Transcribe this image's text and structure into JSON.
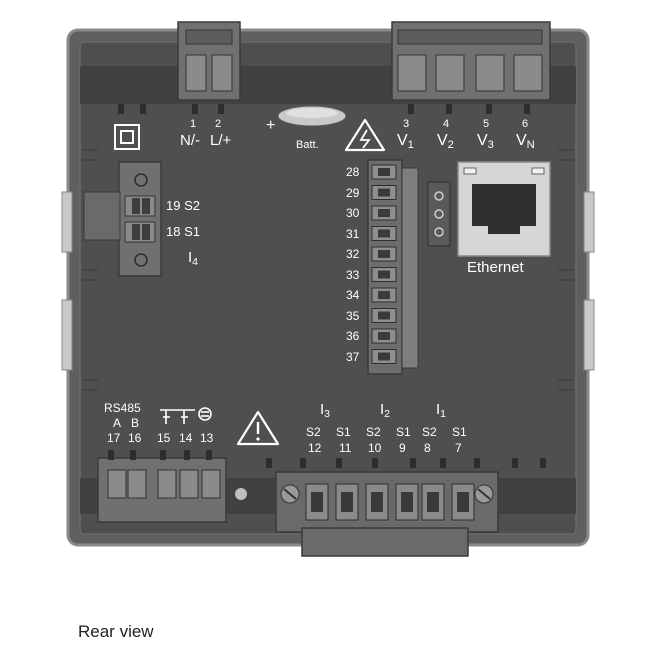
{
  "colors": {
    "housing": "#58585a",
    "housing_edge": "#7a7a7c",
    "panel": "#4e4e50",
    "terminal": "#6d6d6f",
    "terminal_dark": "#3a3a3c",
    "label": "#ffffff",
    "caption": "#222222"
  },
  "icons": {
    "double_insulation": "double-square-icon",
    "warning_voltage": "warning-lightning-icon",
    "warning": "warning-exclamation-icon",
    "ethernet": "rj45-port-icon",
    "relay": "relay-contact-icon",
    "screw": "screw-icon"
  },
  "supply": {
    "num_1": "1",
    "num_2": "2",
    "label_1": "N/-",
    "label_2": "L/+"
  },
  "battery": {
    "plus": "+",
    "label": "Batt."
  },
  "voltage": {
    "num_3": "3",
    "num_4": "4",
    "num_5": "5",
    "num_6": "6",
    "v1": "V",
    "v1_sub": "1",
    "v2": "V",
    "v2_sub": "2",
    "v3": "V",
    "v3_sub": "3",
    "vn": "V",
    "vn_sub": "N"
  },
  "io_terminals": [
    "28",
    "29",
    "30",
    "31",
    "32",
    "33",
    "34",
    "35",
    "36",
    "37"
  ],
  "ethernet": {
    "label": "Ethernet"
  },
  "current4": {
    "s2": "19 S2",
    "s1": "18 S1",
    "i4": "I",
    "i4_sub": "4"
  },
  "rs485": {
    "title": "RS485",
    "a": "A",
    "b": "B",
    "n17": "17",
    "n16": "16"
  },
  "relay": {
    "n15": "15",
    "n14": "14",
    "n13": "13"
  },
  "current_inputs": [
    {
      "name": "I",
      "sub": "3",
      "s2": "S2",
      "s1": "S1",
      "n2": "12",
      "n1": "11"
    },
    {
      "name": "I",
      "sub": "2",
      "s2": "S2",
      "s1": "S1",
      "n2": "10",
      "n1": "9"
    },
    {
      "name": "I",
      "sub": "1",
      "s2": "S2",
      "s1": "S1",
      "n2": "8",
      "n1": "7"
    }
  ],
  "caption": "Rear view"
}
